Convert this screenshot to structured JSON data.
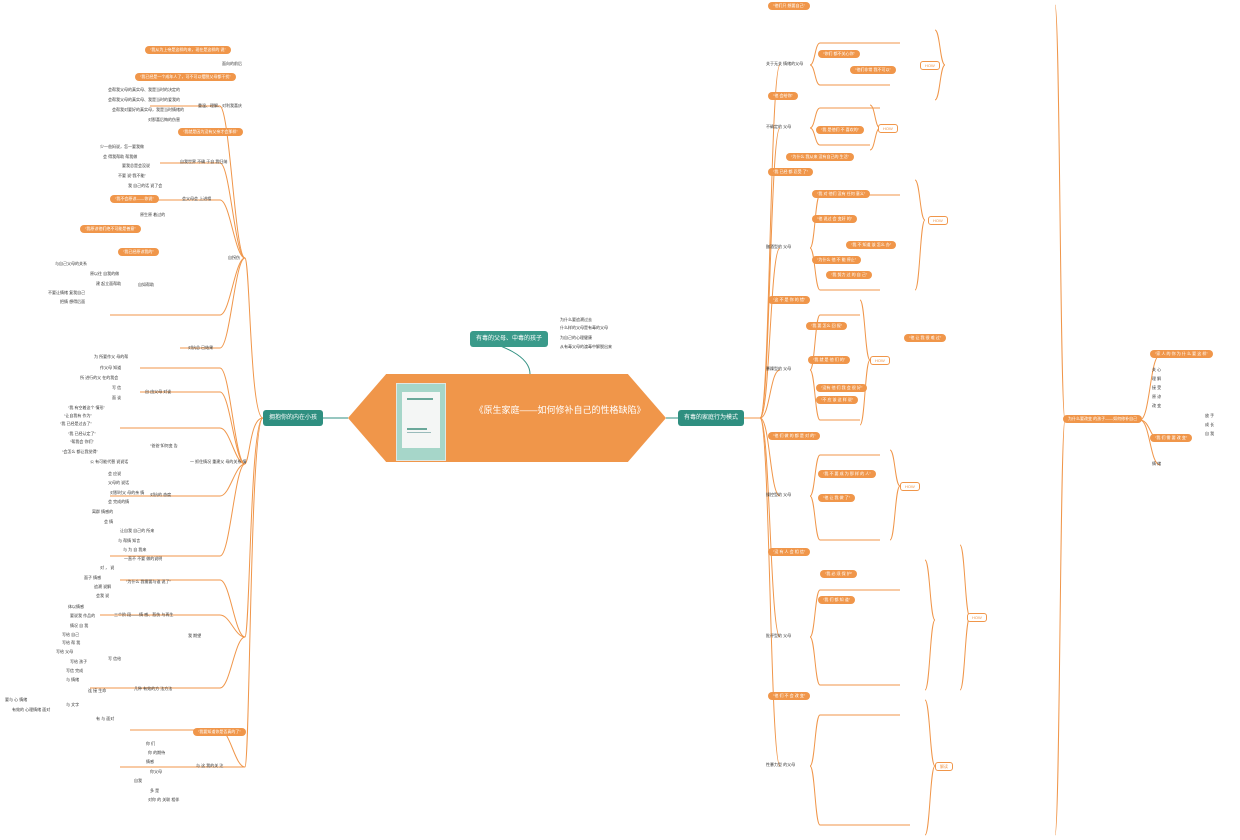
{
  "central": {
    "title": "《原生家庭——如何修补自己的性格缺陷》"
  },
  "branches": {
    "left": "拥抱你的内在小孩",
    "right": "有毒的家庭行为模式",
    "top": "有毒的父母、中毒的孩子"
  },
  "top_items": [
    "为什么要追溯过去",
    "什么样的父母是有毒的父母",
    "为自己的心理健康",
    "从有毒父母的渡毒中解脱出来"
  ],
  "left_pills": [
    "“我从为上帝是这样的来，现在是这样的 说”",
    "“我已经是一个成年人了，可不可以摆脱父母都干扰”",
    "“我就是因为没有父亲才会那样”",
    "“我不会原谅——你说”",
    "“我原谅他们绝不可能是善意”",
    "“我已经原谅我的”",
    "“我要知道你是否真的了”"
  ],
  "left_texts": [
    "面向的前后",
    "重温、理解、对利我喜庆",
    "会帮我父母的真实母、我是当时的决定的",
    "会帮我父母的真实母、我是当时的爱我的",
    "会帮我对要好的真实母，我是当时情绪的",
    "对那喜后悔的伤害",
    "自我世界 不确 于自 我归纳",
    "少一爸妈说，怎一要我做",
    "会 得我帮助 帮我做",
    "要我总是会没说",
    "不要 说“我不能”",
    "我 自己的话 说了会",
    "会父母会 上进相",
    "原生原 着过的",
    "自拐伤",
    "与自己父母的关系",
    "原以往 自我的做",
    "建 起立面帮助",
    "不要让情绪 复我自己",
    "把情 想得后面",
    "自如帮助",
    "对抗总 已结果",
    "为 所要作父 母的帮",
    "作父母 知道",
    "所 进行的父 在的我会",
    "写 信",
    "面 谈",
    "自 由父母 对谈",
    "“我 有空着这个 情形”",
    "“让自我有 作为”",
    "“我 已经是过去了”",
    "“我 已经认定了”",
    "“帮我会 你们”",
    "“会怎么 都让我觉得”",
    "公 有可能代替 说说话",
    "“爸爸”如何变 告",
    "一 抓住情况 重建父 母的关系 情",
    "对抗的 态度",
    "会 应说",
    "父母的 说话",
    "对那时父 母的亲 情",
    "会 完成的情",
    "离群 情感的",
    "会 情",
    "让自我 自己的 所来",
    "与 帮情 知言",
    "与 为 自 我来",
    "一直不 不要 做的说明",
    "“为什么 我需要与谁 说了”",
    "对 ， 说",
    "面子 情感",
    "追溯 说解",
    "会我 说",
    "三个阶 段——情 感、悲伤 与再生",
    "体以情感",
    "要说我 作品的",
    "情况 自 我",
    "写给 自己",
    "写给 帮 我",
    "写给 父母",
    "写给 孩子",
    "写信 完成",
    "与 情绪",
    "写 信给",
    "几种 有效的方 法方法",
    "连 接 生命",
    "要与 心 情绪",
    "与 文字",
    "有效的 心理情绪 面对",
    "有 与 面对",
    "我 期望",
    "你 们",
    "你 的期待",
    "情感",
    "你父母",
    "自我",
    "多 是",
    "与 这 我的关 注",
    "对你 的 关联 相伴"
  ],
  "right_sections": [
    "关于无关 情绪的父母",
    "不确定的 父母",
    "酗酒型的 父母",
    "暴躁型的 父母",
    "操控型的 父母",
    "批评型的 父母",
    "性暴力型 的父母"
  ],
  "right_pills": [
    "“他们只 想要自己”",
    "“你们 都不关心你”",
    "“他们非常 我不可以”",
    "“他 会给你”",
    "“我 是他们 不 喜欢的”",
    "“为什么 我从来 没有自己的 生活”",
    "“我 已经 都 忍受 了”",
    "“我 对 他们 没有 任何 意义”",
    "“他 说过 会 变好 的”",
    "“我 不 知道 该 怎么 办”",
    "“为什么 他 不 能 停止”",
    "“我 努力 过 的 自 己”",
    "“这 不 是 你 的 错”",
    "“我 要 怎么 回 报”",
    "“他 让 我 很 难 过”",
    "“我 就 是 他 们 的”",
    "“没有 他 们 我 会 很 好”",
    "“不 应 该 这 样 说”",
    "“他 们 做 的 都 是 对 的”",
    "“我 不 要 成 为 那 样 的 人”",
    "“他 让 我 做 了”",
    "“没 有 人 会 相 信”",
    "“我 必 须 保 护”",
    "“我 们 都 知 道”",
    "“他 们 不 会 改 变”"
  ],
  "right_labels": [
    "HOW",
    "HOW",
    "HOW",
    "HOW",
    "HOW",
    "HOW",
    "解读"
  ],
  "far_right_title": "为什么要改变 的孩子——如何修补自己",
  "far_right_pills": [
    "“家 人 的 你 为 什 么 要 这 样”",
    "“我 们 需 要 改 变”"
  ],
  "far_right_texts": [
    "关 心",
    "理 解",
    "接 受",
    "原 谅",
    "改 变",
    "放 手",
    "成 长",
    "自 我",
    "情 绪"
  ]
}
